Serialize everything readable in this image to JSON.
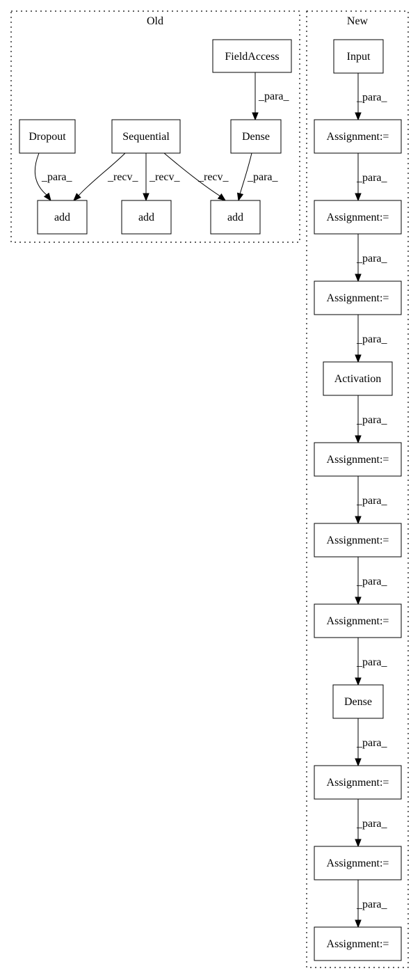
{
  "clusters": {
    "old": {
      "label": "Old"
    },
    "new": {
      "label": "New"
    }
  },
  "nodes": {
    "old_fieldaccess": "FieldAccess",
    "old_dropout": "Dropout",
    "old_sequential": "Sequential",
    "old_dense": "Dense",
    "old_add_1": "add",
    "old_add_2": "add",
    "old_add_3": "add",
    "new_input": "Input",
    "new_assign_1": "Assignment:=",
    "new_assign_2": "Assignment:=",
    "new_assign_3": "Assignment:=",
    "new_activation": "Activation",
    "new_assign_4": "Assignment:=",
    "new_assign_5": "Assignment:=",
    "new_assign_6": "Assignment:=",
    "new_dense": "Dense",
    "new_assign_7": "Assignment:=",
    "new_assign_8": "Assignment:=",
    "new_assign_9": "Assignment:="
  },
  "edges": [
    {
      "from": "old_fieldaccess",
      "to": "old_dense",
      "label": "_para_"
    },
    {
      "from": "old_dropout",
      "to": "old_add_1",
      "label": "_para_"
    },
    {
      "from": "old_sequential",
      "to": "old_add_1",
      "label": "_recv_"
    },
    {
      "from": "old_sequential",
      "to": "old_add_2",
      "label": "_recv_"
    },
    {
      "from": "old_sequential",
      "to": "old_add_3",
      "label": "_recv_"
    },
    {
      "from": "old_dense",
      "to": "old_add_3",
      "label": "_para_"
    },
    {
      "from": "new_input",
      "to": "new_assign_1",
      "label": "_para_"
    },
    {
      "from": "new_assign_1",
      "to": "new_assign_2",
      "label": "_para_"
    },
    {
      "from": "new_assign_2",
      "to": "new_assign_3",
      "label": "_para_"
    },
    {
      "from": "new_assign_3",
      "to": "new_activation",
      "label": "_para_"
    },
    {
      "from": "new_activation",
      "to": "new_assign_4",
      "label": "_para_"
    },
    {
      "from": "new_assign_4",
      "to": "new_assign_5",
      "label": "_para_"
    },
    {
      "from": "new_assign_5",
      "to": "new_assign_6",
      "label": "_para_"
    },
    {
      "from": "new_assign_6",
      "to": "new_dense",
      "label": "_para_"
    },
    {
      "from": "new_dense",
      "to": "new_assign_7",
      "label": "_para_"
    },
    {
      "from": "new_assign_7",
      "to": "new_assign_8",
      "label": "_para_"
    },
    {
      "from": "new_assign_8",
      "to": "new_assign_9",
      "label": "_para_"
    }
  ]
}
